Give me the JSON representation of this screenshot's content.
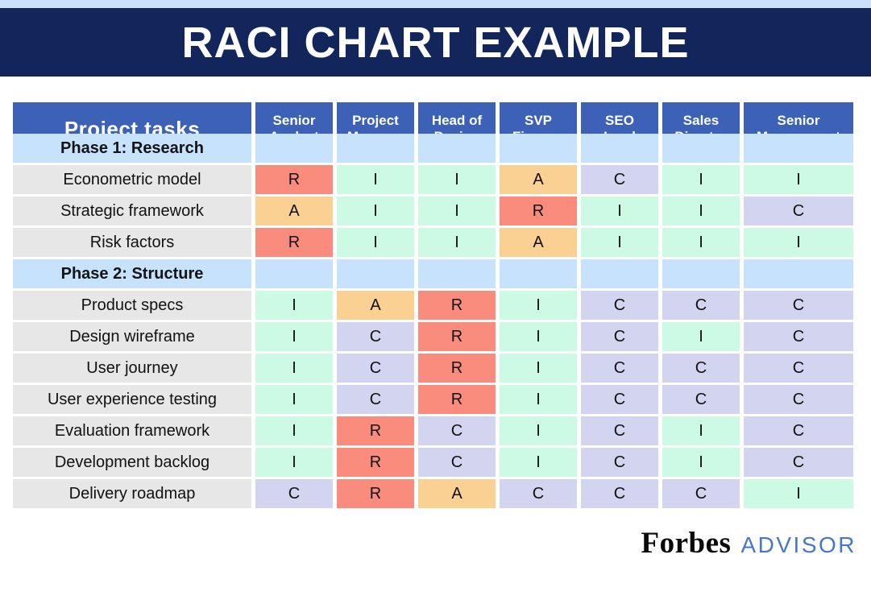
{
  "colors": {
    "page_bg": "#ffffff",
    "light_blue_bg": "#c9e1fb",
    "banner_navy": "#13265b",
    "header_blue": "#3c61b6",
    "phase_blue": "#c6e2fc",
    "task_gray": "#e7e7e7",
    "advisor_blue": "#4577cd"
  },
  "chart_data": {
    "type": "table",
    "title": "RACI CHART EXAMPLE",
    "corner_header": "Project tasks",
    "columns": [
      "Senior\nAnalyst",
      "Project\nManager",
      "Head of\nDesign",
      "SVP\nFinance",
      "SEO\nLead",
      "Sales\nDirector",
      "Senior\nManagement"
    ],
    "cell_colors": {
      "R": "#fa8c7e",
      "A": "#fbd093",
      "C": "#d3d4f0",
      "I": "#ccfae4"
    },
    "rows": [
      {
        "type": "phase",
        "label": "Phase 1: Research"
      },
      {
        "type": "task",
        "label": "Econometric model",
        "values": [
          "R",
          "I",
          "I",
          "A",
          "C",
          "I",
          "I"
        ]
      },
      {
        "type": "task",
        "label": "Strategic framework",
        "values": [
          "A",
          "I",
          "I",
          "R",
          "I",
          "I",
          "C"
        ]
      },
      {
        "type": "task",
        "label": "Risk factors",
        "values": [
          "R",
          "I",
          "I",
          "A",
          "I",
          "I",
          "I"
        ]
      },
      {
        "type": "phase",
        "label": "Phase 2: Structure"
      },
      {
        "type": "task",
        "label": "Product specs",
        "values": [
          "I",
          "A",
          "R",
          "I",
          "C",
          "C",
          "C"
        ]
      },
      {
        "type": "task",
        "label": "Design wireframe",
        "values": [
          "I",
          "C",
          "R",
          "I",
          "C",
          "I",
          "C"
        ]
      },
      {
        "type": "task",
        "label": "User journey",
        "values": [
          "I",
          "C",
          "R",
          "I",
          "C",
          "C",
          "C"
        ]
      },
      {
        "type": "task",
        "label": "User experience testing",
        "values": [
          "I",
          "C",
          "R",
          "I",
          "C",
          "C",
          "C"
        ]
      },
      {
        "type": "task",
        "label": "Evaluation framework",
        "values": [
          "I",
          "R",
          "C",
          "I",
          "C",
          "I",
          "C"
        ]
      },
      {
        "type": "task",
        "label": "Development backlog",
        "values": [
          "I",
          "R",
          "C",
          "I",
          "C",
          "I",
          "C"
        ]
      },
      {
        "type": "task",
        "label": "Delivery roadmap",
        "values": [
          "C",
          "R",
          "A",
          "C",
          "C",
          "C",
          "I"
        ]
      }
    ]
  },
  "footer": {
    "brand": "Forbes",
    "brand_suffix": "ADVISOR"
  }
}
